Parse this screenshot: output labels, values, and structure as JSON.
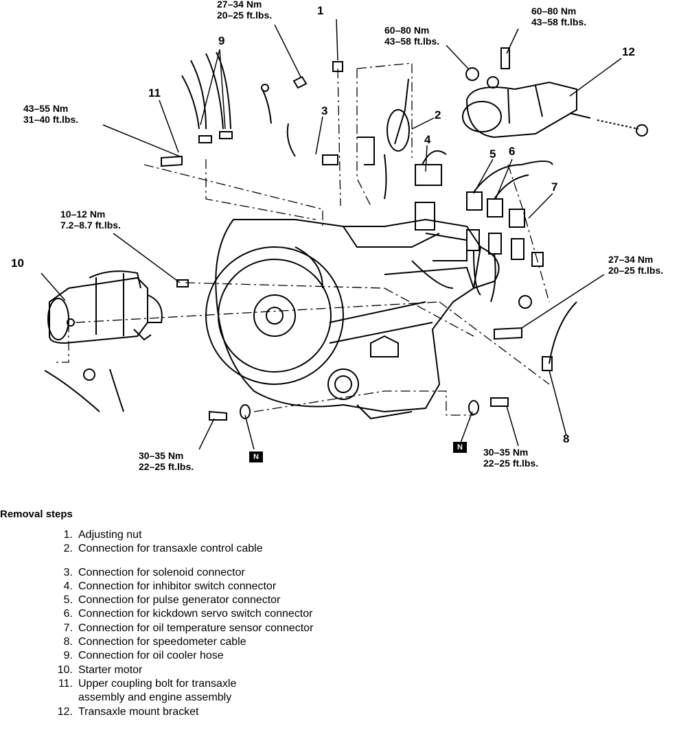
{
  "torque_specs": [
    {
      "id": "t1",
      "nm": "27–34 Nm",
      "ftlbs": "20–25 ft.lbs."
    },
    {
      "id": "t2",
      "nm": "60–80 Nm",
      "ftlbs": "43–58 ft.lbs."
    },
    {
      "id": "t3",
      "nm": "60–80 Nm",
      "ftlbs": "43–58 ft.lbs."
    },
    {
      "id": "t4",
      "nm": "43–55 Nm",
      "ftlbs": "31–40 ft.lbs."
    },
    {
      "id": "t5",
      "nm": "10–12 Nm",
      "ftlbs": "7.2–8.7 ft.lbs."
    },
    {
      "id": "t6",
      "nm": "27–34 Nm",
      "ftlbs": "20–25 ft.lbs."
    },
    {
      "id": "t7",
      "nm": "30–35 Nm",
      "ftlbs": "22–25 ft.lbs."
    },
    {
      "id": "t8",
      "nm": "30–35 Nm",
      "ftlbs": "22–25 ft.lbs."
    }
  ],
  "callouts": [
    "1",
    "2",
    "3",
    "4",
    "5",
    "6",
    "7",
    "8",
    "9",
    "10",
    "11",
    "12"
  ],
  "badge_label": "N",
  "removal_title": "Removal steps",
  "removal_steps": [
    {
      "num": "1.",
      "text": "Adjusting nut"
    },
    {
      "num": "2.",
      "text": "Connection for transaxle control cable"
    },
    {
      "num": "3.",
      "text": "Connection for solenoid connector"
    },
    {
      "num": "4.",
      "text": "Connection for inhibitor switch connector"
    },
    {
      "num": "5.",
      "text": "Connection for pulse generator connector"
    },
    {
      "num": "6.",
      "text": "Connection for kickdown servo switch connector"
    },
    {
      "num": "7.",
      "text": "Connection for oil temperature sensor connector"
    },
    {
      "num": "8.",
      "text": "Connection for speedometer cable"
    },
    {
      "num": "9.",
      "text": "Connection for oil cooler hose"
    },
    {
      "num": "10.",
      "text": "Starter motor"
    },
    {
      "num": "11.",
      "text": "Upper coupling bolt for transaxle assembly and engine assembly"
    },
    {
      "num": "12.",
      "text": "Transaxle mount bracket"
    }
  ]
}
